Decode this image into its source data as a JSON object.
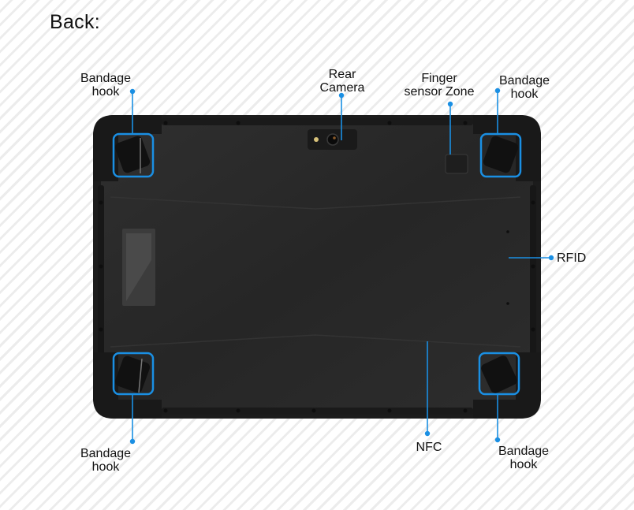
{
  "title": "Back:",
  "accent_color": "#1a8fe3",
  "device_color": "#2b2b2b",
  "labels": {
    "hook_top_left": "Bandage\nhook",
    "rear_camera": "Rear\nCamera",
    "finger_sensor": "Finger\nsensor Zone",
    "hook_top_right": "Bandage\nhook",
    "rfid": "RFID",
    "hook_bottom_left": "Bandage\nhook",
    "nfc": "NFC",
    "hook_bottom_right": "Bandage\nhook"
  }
}
